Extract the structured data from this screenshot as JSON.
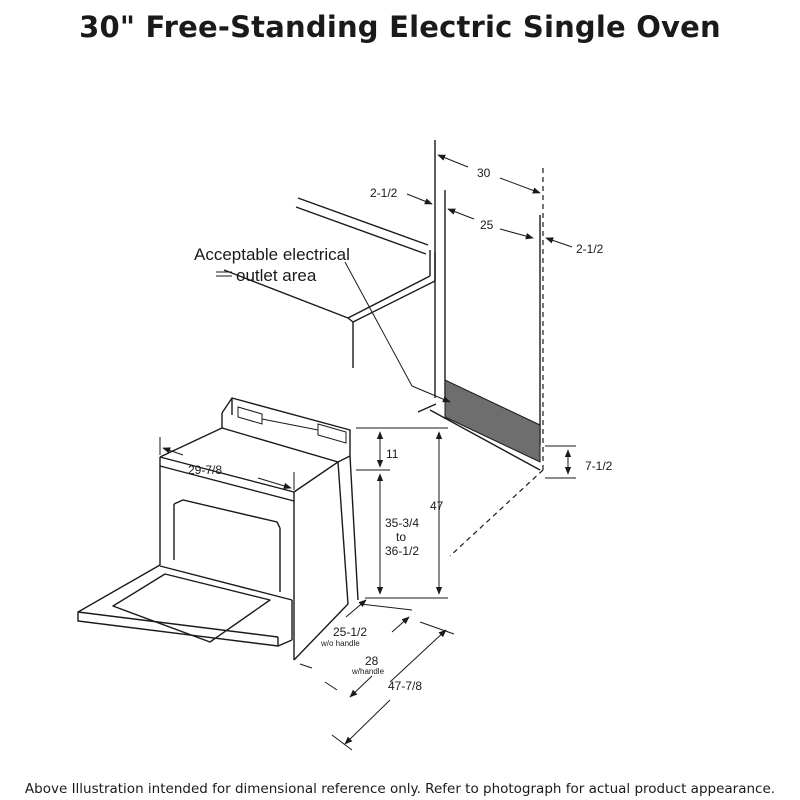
{
  "title": "30\" Free-Standing Electric Single Oven",
  "footer": "Above Illustration intended for dimensional reference only. Refer to photograph for actual product appearance.",
  "callout": {
    "line1": "Acceptable electrical",
    "line2": "outlet area"
  },
  "dimensions": {
    "cutout_width": "30",
    "inner_width": "25",
    "left_offset": "2-1/2",
    "right_offset": "2-1/2",
    "outlet_height": "7-1/2",
    "range_width": "29-7/8",
    "backguard_height": "11",
    "overall_height": "47",
    "cooktop_height": "35-3/4",
    "cooktop_to": "to",
    "cooktop_height_max": "36-1/2",
    "depth_no_handle": "25-1/2",
    "depth_no_handle_note": "w/o handle",
    "depth_handle": "28",
    "depth_handle_note": "w/handle",
    "depth_door_open": "47-7/8"
  }
}
